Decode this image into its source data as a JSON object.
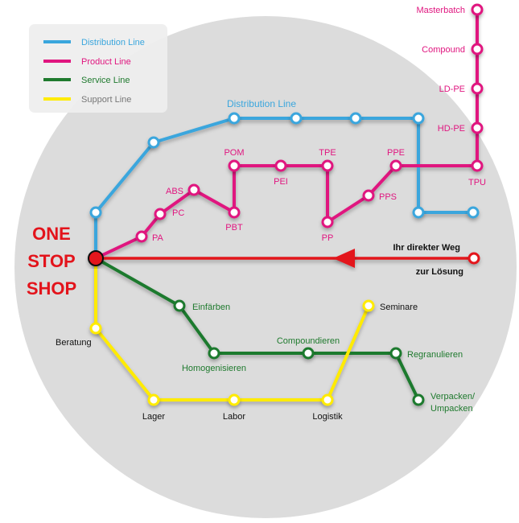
{
  "colors": {
    "distribution": "#3aa6dd",
    "product": "#e0157f",
    "service": "#1f7a2e",
    "support": "#ffeb00",
    "main": "#e3131b",
    "circle_bg": "#dcdcdc",
    "legend_bg": "#eeeeee",
    "text_dark": "#111111",
    "support_text": "#777777"
  },
  "legend": {
    "distribution": "Distribution Line",
    "product": "Product Line",
    "service": "Service Line",
    "support": "Support Line"
  },
  "hub": {
    "one": "ONE",
    "stop": "STOP",
    "shop": "SHOP"
  },
  "main_line": {
    "line1": "Ihr direkter Weg",
    "line2": "zur Lösung"
  },
  "distribution": {
    "title": "Distribution Line"
  },
  "product": {
    "masterbatch": "Masterbatch",
    "compound": "Compound",
    "ldpe": "LD-PE",
    "hdpe": "HD-PE",
    "tpu": "TPU",
    "ppe": "PPE",
    "pps": "PPS",
    "pp": "PP",
    "tpe": "TPE",
    "pei": "PEI",
    "pom": "POM",
    "pbt": "PBT",
    "abs": "ABS",
    "pc": "PC",
    "pa": "PA"
  },
  "service": {
    "einfaerben": "Einfärben",
    "homogenisieren": "Homogenisieren",
    "compoundieren": "Compoundieren",
    "regranulieren": "Regranulieren",
    "verpacken1": "Verpacken/",
    "verpacken2": "Umpacken"
  },
  "support": {
    "beratung": "Beratung",
    "lager": "Lager",
    "labor": "Labor",
    "logistik": "Logistik",
    "seminare": "Seminare"
  }
}
